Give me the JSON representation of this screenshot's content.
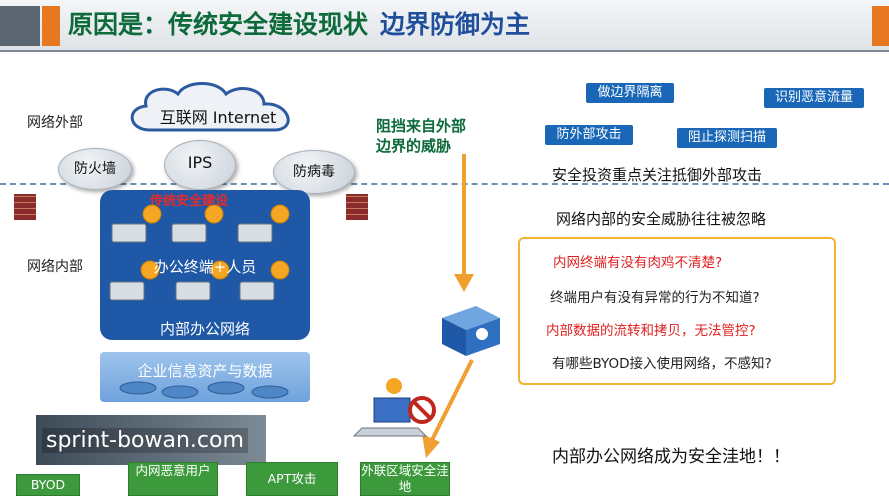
{
  "header": {
    "title_main": "原因是：传统安全建设现状",
    "title_sub": "边界防御为主"
  },
  "labels": {
    "outside": "网络外部",
    "inside": "网络内部"
  },
  "cloud": {
    "label": "互联网 Internet"
  },
  "nodes": {
    "firewall": "防火墙",
    "ips": "IPS",
    "antivirus": "防病毒"
  },
  "inner": {
    "overlay_text": "传统安全建设",
    "terminals_label": "办公终端+人员",
    "network_label": "内部办公网络"
  },
  "assets": {
    "label": "企业信息资产与数据"
  },
  "middle": {
    "title": "阻挡来自外部边界的威胁",
    "title_line1": "阻挡来自外部",
    "title_line2": "边界的威胁"
  },
  "threat_buttons": [
    "做边界隔离",
    "识别恶意流量",
    "防外部攻击",
    "阻止探测扫描"
  ],
  "right": {
    "line1": "安全投资重点关注抵御外部攻击",
    "line2": "网络内部的安全威胁往往被忽略",
    "questions": [
      {
        "text": "内网终端有没有肉鸡不清楚?",
        "color": "red"
      },
      {
        "text": "终端用户有没有异常的行为不知道?",
        "color": "black"
      },
      {
        "text": "内部数据的流转和拷贝，无法管控?",
        "color": "red"
      },
      {
        "text": "有哪些BYOD接入使用网络，不感知?",
        "color": "black"
      }
    ],
    "statement": "内部办公网络成为安全洼地！！"
  },
  "bottom_buttons": {
    "byod": "BYOD",
    "insider": "内网恶意用户",
    "apt": "APT攻击",
    "external": "外联区域安全洼地"
  },
  "watermark": "sprint-bowan.com",
  "colors": {
    "accent_orange": "#e87722",
    "title_green": "#0d6a3a",
    "title_blue": "#1f4e9b",
    "box_blue": "#1f58a6",
    "btn_green": "#3c9a3c",
    "warn_red": "#e02020"
  }
}
